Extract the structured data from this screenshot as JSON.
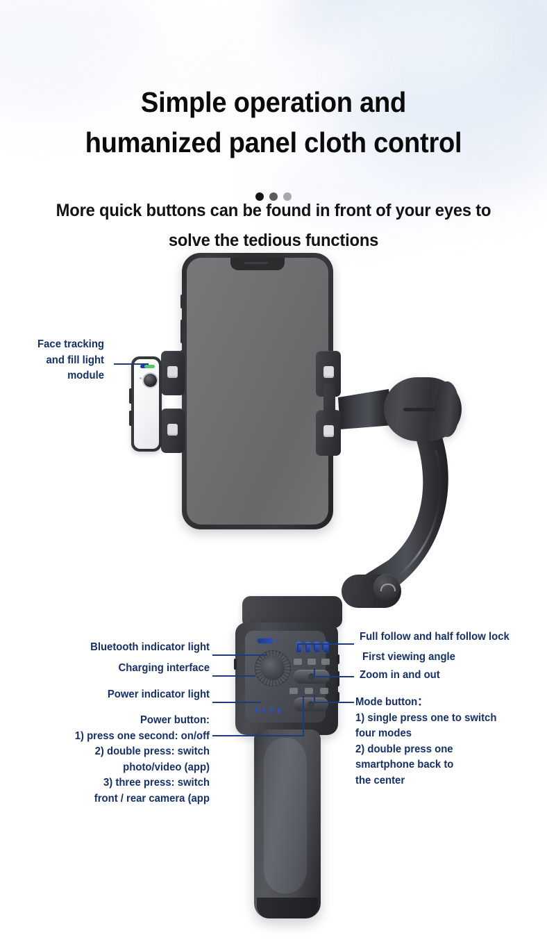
{
  "headline": {
    "line1": "Simple operation and",
    "line2": "humanized panel cloth control"
  },
  "subhead": {
    "line1": "More quick buttons can be found in front of your eyes to",
    "line2": "solve the tedious functions"
  },
  "dots": [
    {
      "name": "dot-1",
      "color": "#141414"
    },
    {
      "name": "dot-2",
      "color": "#5c5c5c"
    },
    {
      "name": "dot-3",
      "color": "#a8a8a8"
    }
  ],
  "annotations": {
    "left": [
      {
        "id": "face-tracking",
        "text": "Face tracking\nand fill light\nmodule"
      },
      {
        "id": "bluetooth-indicator",
        "text": "Bluetooth indicator light"
      },
      {
        "id": "charging-interface",
        "text": "Charging interface"
      },
      {
        "id": "power-indicator",
        "text": "Power indicator light"
      },
      {
        "id": "power-button",
        "text": "Power button:\n1) press one second: on/off\n2) double press: switch\nphoto/video (app)\n3) three press: switch\nfront / rear camera (app"
      }
    ],
    "right": [
      {
        "id": "follow-lock",
        "text": "Full follow and half follow lock"
      },
      {
        "id": "first-viewing-angle",
        "text": "First viewing angle"
      },
      {
        "id": "zoom-in-out",
        "text": "Zoom in and out"
      },
      {
        "id": "mode-button",
        "text": "Mode button：\n1) single press one to switch\n four modes\n 2) double press one\nsmartphone back to\nthe center"
      }
    ]
  },
  "colors": {
    "annotation_text": "#16306b",
    "leader_line": "#1b3c7d",
    "headline_text": "#0b0b0b",
    "background": "#ffffff",
    "sky_tint": "#e8edf5",
    "device_body": "#3c3e43",
    "led_blue": "#2b50b8",
    "led_green": "#53c96b"
  },
  "device": {
    "name": "handheld-smartphone-gimbal-stabilizer",
    "parts": [
      "smartphone",
      "phone-clamp",
      "fill-light-module",
      "roll-motor",
      "curved-arm",
      "pan-joint-lock-knob",
      "control-panel",
      "handle"
    ]
  }
}
